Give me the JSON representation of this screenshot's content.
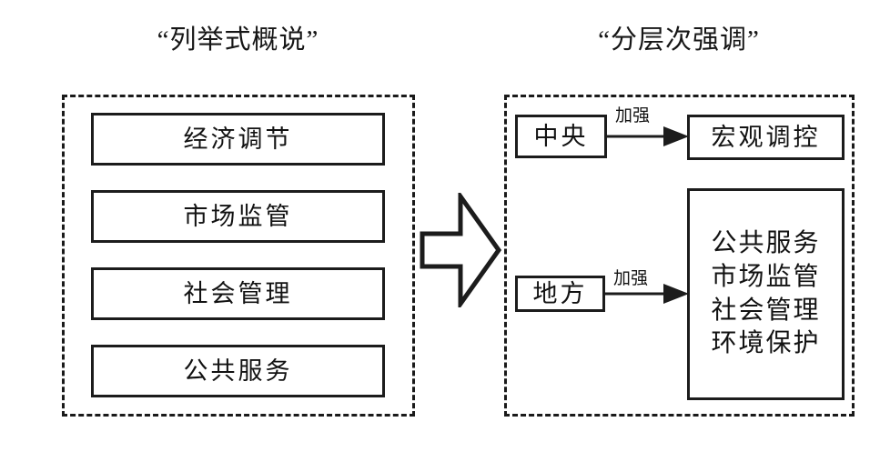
{
  "diagram": {
    "panels": {
      "left": {
        "title": "“列举式概说”",
        "items": [
          {
            "label": "经济调节"
          },
          {
            "label": "市场监管"
          },
          {
            "label": "社会管理"
          },
          {
            "label": "公共服务"
          }
        ]
      },
      "right": {
        "title": "“分层次强调”",
        "nodes": {
          "central": "中央",
          "macro": "宏观调控",
          "local": "地方",
          "duties": "公共服务\n市场监管\n社会管理\n环境保护"
        },
        "connectors": {
          "central_label": "加强",
          "local_label": "加强"
        }
      }
    },
    "transition_arrow": "right-block-arrow-icon",
    "colors": {
      "stroke": "#1c1c1c",
      "background": "#ffffff",
      "text": "#121212"
    }
  }
}
